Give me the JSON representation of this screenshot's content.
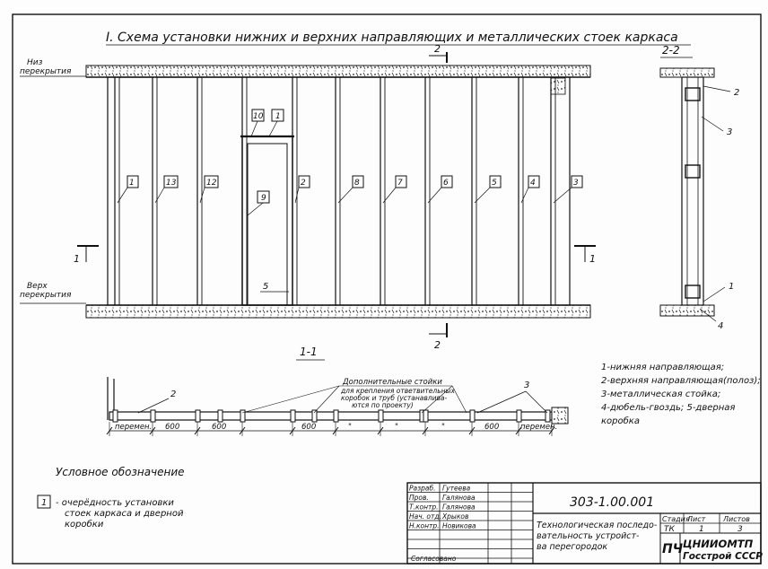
{
  "sheet": {
    "title": "I. Схема установки нижних и верхних направляющих и металлических стоек каркаса"
  },
  "elevation": {
    "top_level_label_line1": "Низ",
    "top_level_label_line2": "перекрытия",
    "bottom_level_label_line1": "Верх",
    "bottom_level_label_line2": "перекрытия",
    "section_mark_top": "2",
    "section_mark_bottom": "2",
    "section_mark_left": "1",
    "section_mark_right": "1",
    "stud_labels": [
      "1",
      "13",
      "12",
      "2",
      "8",
      "7",
      "6",
      "5",
      "4",
      "3"
    ],
    "door_labels": [
      "10",
      "1",
      "9"
    ],
    "door_bottom_label": "5"
  },
  "section_22": {
    "title": "2-2",
    "callouts": [
      "2",
      "3",
      "1",
      "4"
    ]
  },
  "section_11": {
    "title": "1-1",
    "callout_left": "2",
    "callout_right": "3",
    "note": [
      "Дополнительные стойки",
      "для крепления ответвительных",
      "коробок и труб (устанавлива-",
      "ются по проекту)"
    ],
    "dims": [
      "перемен.",
      "600",
      "600",
      "600",
      "\"",
      "\"",
      "\"",
      "600",
      "перемен."
    ]
  },
  "legend": {
    "items": [
      "1-нижняя направляющая;",
      "2-верхняя направляющая(полоз);",
      "3-металлическая стойка;",
      "4-дюбель-гвоздь; 5-дверная",
      "коробка"
    ]
  },
  "conventions": {
    "title": "Условное обозначение",
    "symbol": "1",
    "text": [
      "- очерёдность установки",
      "стоек каркаса и дверной",
      "коробки"
    ]
  },
  "title_block": {
    "code": "303-1.00.001",
    "description": [
      "Технологическая последо-",
      "вательность устройст-",
      "ва перегородок"
    ],
    "roles": [
      "Разраб.",
      "Пров.",
      "Т.контр.",
      "Нач. отд.",
      "Н.контр."
    ],
    "names": [
      "Гутеева",
      "Галянова",
      "Галянова",
      "Хрыков",
      "Новикова"
    ],
    "stage_header": "Стадия",
    "sheet_header": "Лист",
    "sheets_header": "Листов",
    "stage": "ТК",
    "sheet": "1",
    "sheets": "3",
    "org_prefix": "ПЧ",
    "org_line1": "ЦНИИОМТП",
    "org_line2": "Госстрой СССР",
    "agreed": "Согласовано"
  },
  "colors": {
    "ink": "#111111",
    "paper": "#fdfdfd"
  }
}
